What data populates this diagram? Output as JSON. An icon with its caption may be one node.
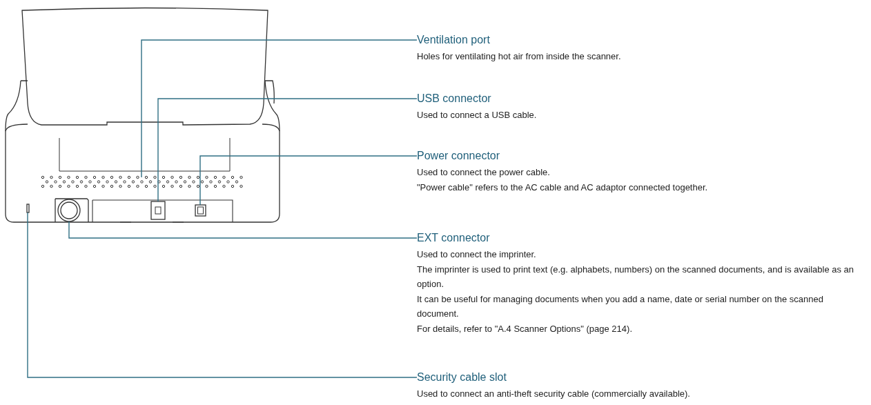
{
  "diagram": {
    "nodes": [
      {
        "text": [
          "Ventilation port",
          "Holes for ventilating hot air from inside the scanner."
        ]
      },
      {
        "text": [
          "USB connector",
          "Used to connect a USB cable."
        ]
      },
      {
        "text": [
          "Power connector",
          "Used to connect the power cable.",
          "\"Power cable\" refers to the AC cable and AC adaptor connected together."
        ]
      },
      {
        "text": [
          "EXT connector",
          "Used to connect the imprinter.",
          "The imprinter is used to print text (e.g. alphabets, numbers) on the scanned documents, and is available as an option.",
          "It can be useful for managing documents when you add a name, date or serial number on the scanned document.",
          "For details, refer to \"A.4 Scanner Options\" (page 214)."
        ]
      },
      {
        "text": [
          "Security cable slot",
          "Used to connect an anti-theft security cable (commercially available)."
        ]
      },
      {
        "text": [],
        "shape": "bar"
      },
      {
        "text": [],
        "shape": "circle"
      },
      {
        "text": [],
        "shape": "circle"
      },
      {
        "text": [],
        "shape": "box"
      },
      {
        "text": [],
        "shape": "box"
      }
    ],
    "edges": [
      {
        "from": 0,
        "to": 6,
        "arrow": "none"
      },
      {
        "from": 1,
        "to": 8,
        "arrow": "none"
      },
      {
        "from": 2,
        "to": 9,
        "arrow": "none"
      },
      {
        "from": 3,
        "to": 7,
        "arrow": "none"
      },
      {
        "from": 4,
        "to": 5,
        "arrow": "none"
      }
    ]
  }
}
